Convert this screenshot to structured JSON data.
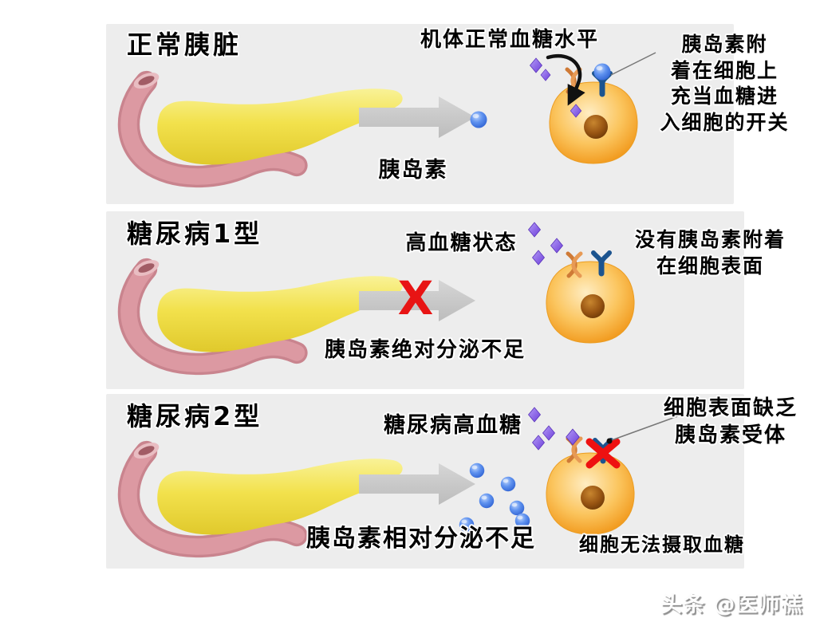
{
  "page": {
    "background": "#ffffff",
    "panel_background": "#ededed"
  },
  "watermark": {
    "text": "头条 @医师禚"
  },
  "colors": {
    "panel_bg": "#ededed",
    "pancreas_yellow": "#f2e14c",
    "duodenum_pink": "#d6939c",
    "cell_orange": "#f5a31e",
    "nucleus_brown": "#8a4a10",
    "insulin_blue": "#4f86ea",
    "receptor_navy": "#1c548f",
    "glucose_purple": "#8257e0",
    "arrow_gray": "#c8c8c8",
    "cross_red": "#e81414",
    "text_black": "#000000"
  },
  "glyphs": {
    "insulin": "blue-sphere",
    "glucose": "purple-diamond",
    "cell": "orange-rounded-cell",
    "nucleus": "brown-circle",
    "insulin_receptor": "navy-y-shape",
    "glucose_channel": "orange-x-ribbon",
    "secretion_arrow": "gray-right-arrow",
    "blocked_cross": "red-x",
    "pancreas": "yellow-pancreas-with-pink-duodenum"
  },
  "panels": [
    {
      "title": "正常胰脏",
      "top_label": "机体正常血糖水平",
      "arrow_label": "胰岛素",
      "annotation_lines": [
        "胰岛素附",
        "着在细胞上",
        "充当血糖进",
        "入细胞的开关"
      ]
    },
    {
      "title": "糖尿病1型",
      "top_label": "高血糖状态",
      "arrow_label": "胰岛素绝对分泌不足",
      "blocked_mark": "X",
      "annotation_lines": [
        "没有胰岛素附着",
        "在细胞表面"
      ]
    },
    {
      "title": "糖尿病2型",
      "top_label": "糖尿病高血糖",
      "arrow_label": "胰岛素相对分泌不足",
      "annotation_lines": [
        "细胞表面缺乏",
        "胰岛素受体"
      ],
      "cell_note": "细胞无法摄取血糖"
    }
  ]
}
